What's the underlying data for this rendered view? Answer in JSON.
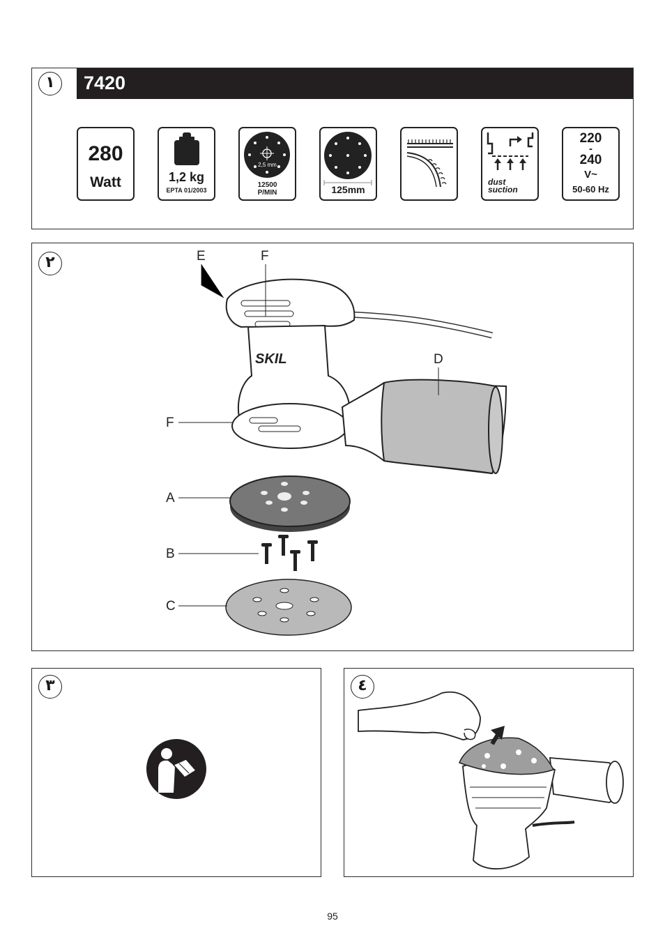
{
  "panel1": {
    "number": "١",
    "model": "7420",
    "icons": {
      "power_value": "280",
      "power_unit": "Watt",
      "weight": "1,2 kg",
      "weight_standard": "EPTA 01/2003",
      "orbit": "2,5 mm",
      "speed_value": "12500",
      "speed_unit": "P/MIN",
      "pad_size": "125mm",
      "dust_line1": "dust",
      "dust_line2": "suction",
      "volt_top": "220",
      "volt_dash": "-",
      "volt_bottom": "240",
      "volt_unit": "V~",
      "frequency": "50-60 Hz"
    }
  },
  "panel2": {
    "number": "٢",
    "brand": "SKIL",
    "labels": {
      "E": "E",
      "F_top": "F",
      "D": "D",
      "F_side": "F",
      "A": "A",
      "B": "B",
      "C": "C"
    }
  },
  "panel3": {
    "number": "٣"
  },
  "panel4": {
    "number": "٤"
  },
  "page_number": "95"
}
